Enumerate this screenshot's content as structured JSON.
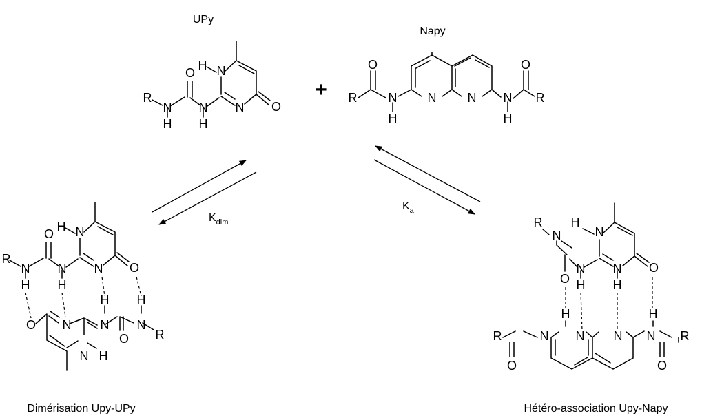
{
  "labels": {
    "upy": "UPy",
    "napy": "Napy",
    "plus": "+",
    "dimer_caption": "Dimérisation Upy-UPy",
    "hetero_caption": "Hétéro-association Upy-Napy",
    "k_dim_main": "K",
    "k_dim_sub": "dim",
    "k_a_main": "K",
    "k_a_sub": "a"
  },
  "atoms": {
    "R": "R",
    "N": "N",
    "H": "H",
    "O": "O"
  }
}
